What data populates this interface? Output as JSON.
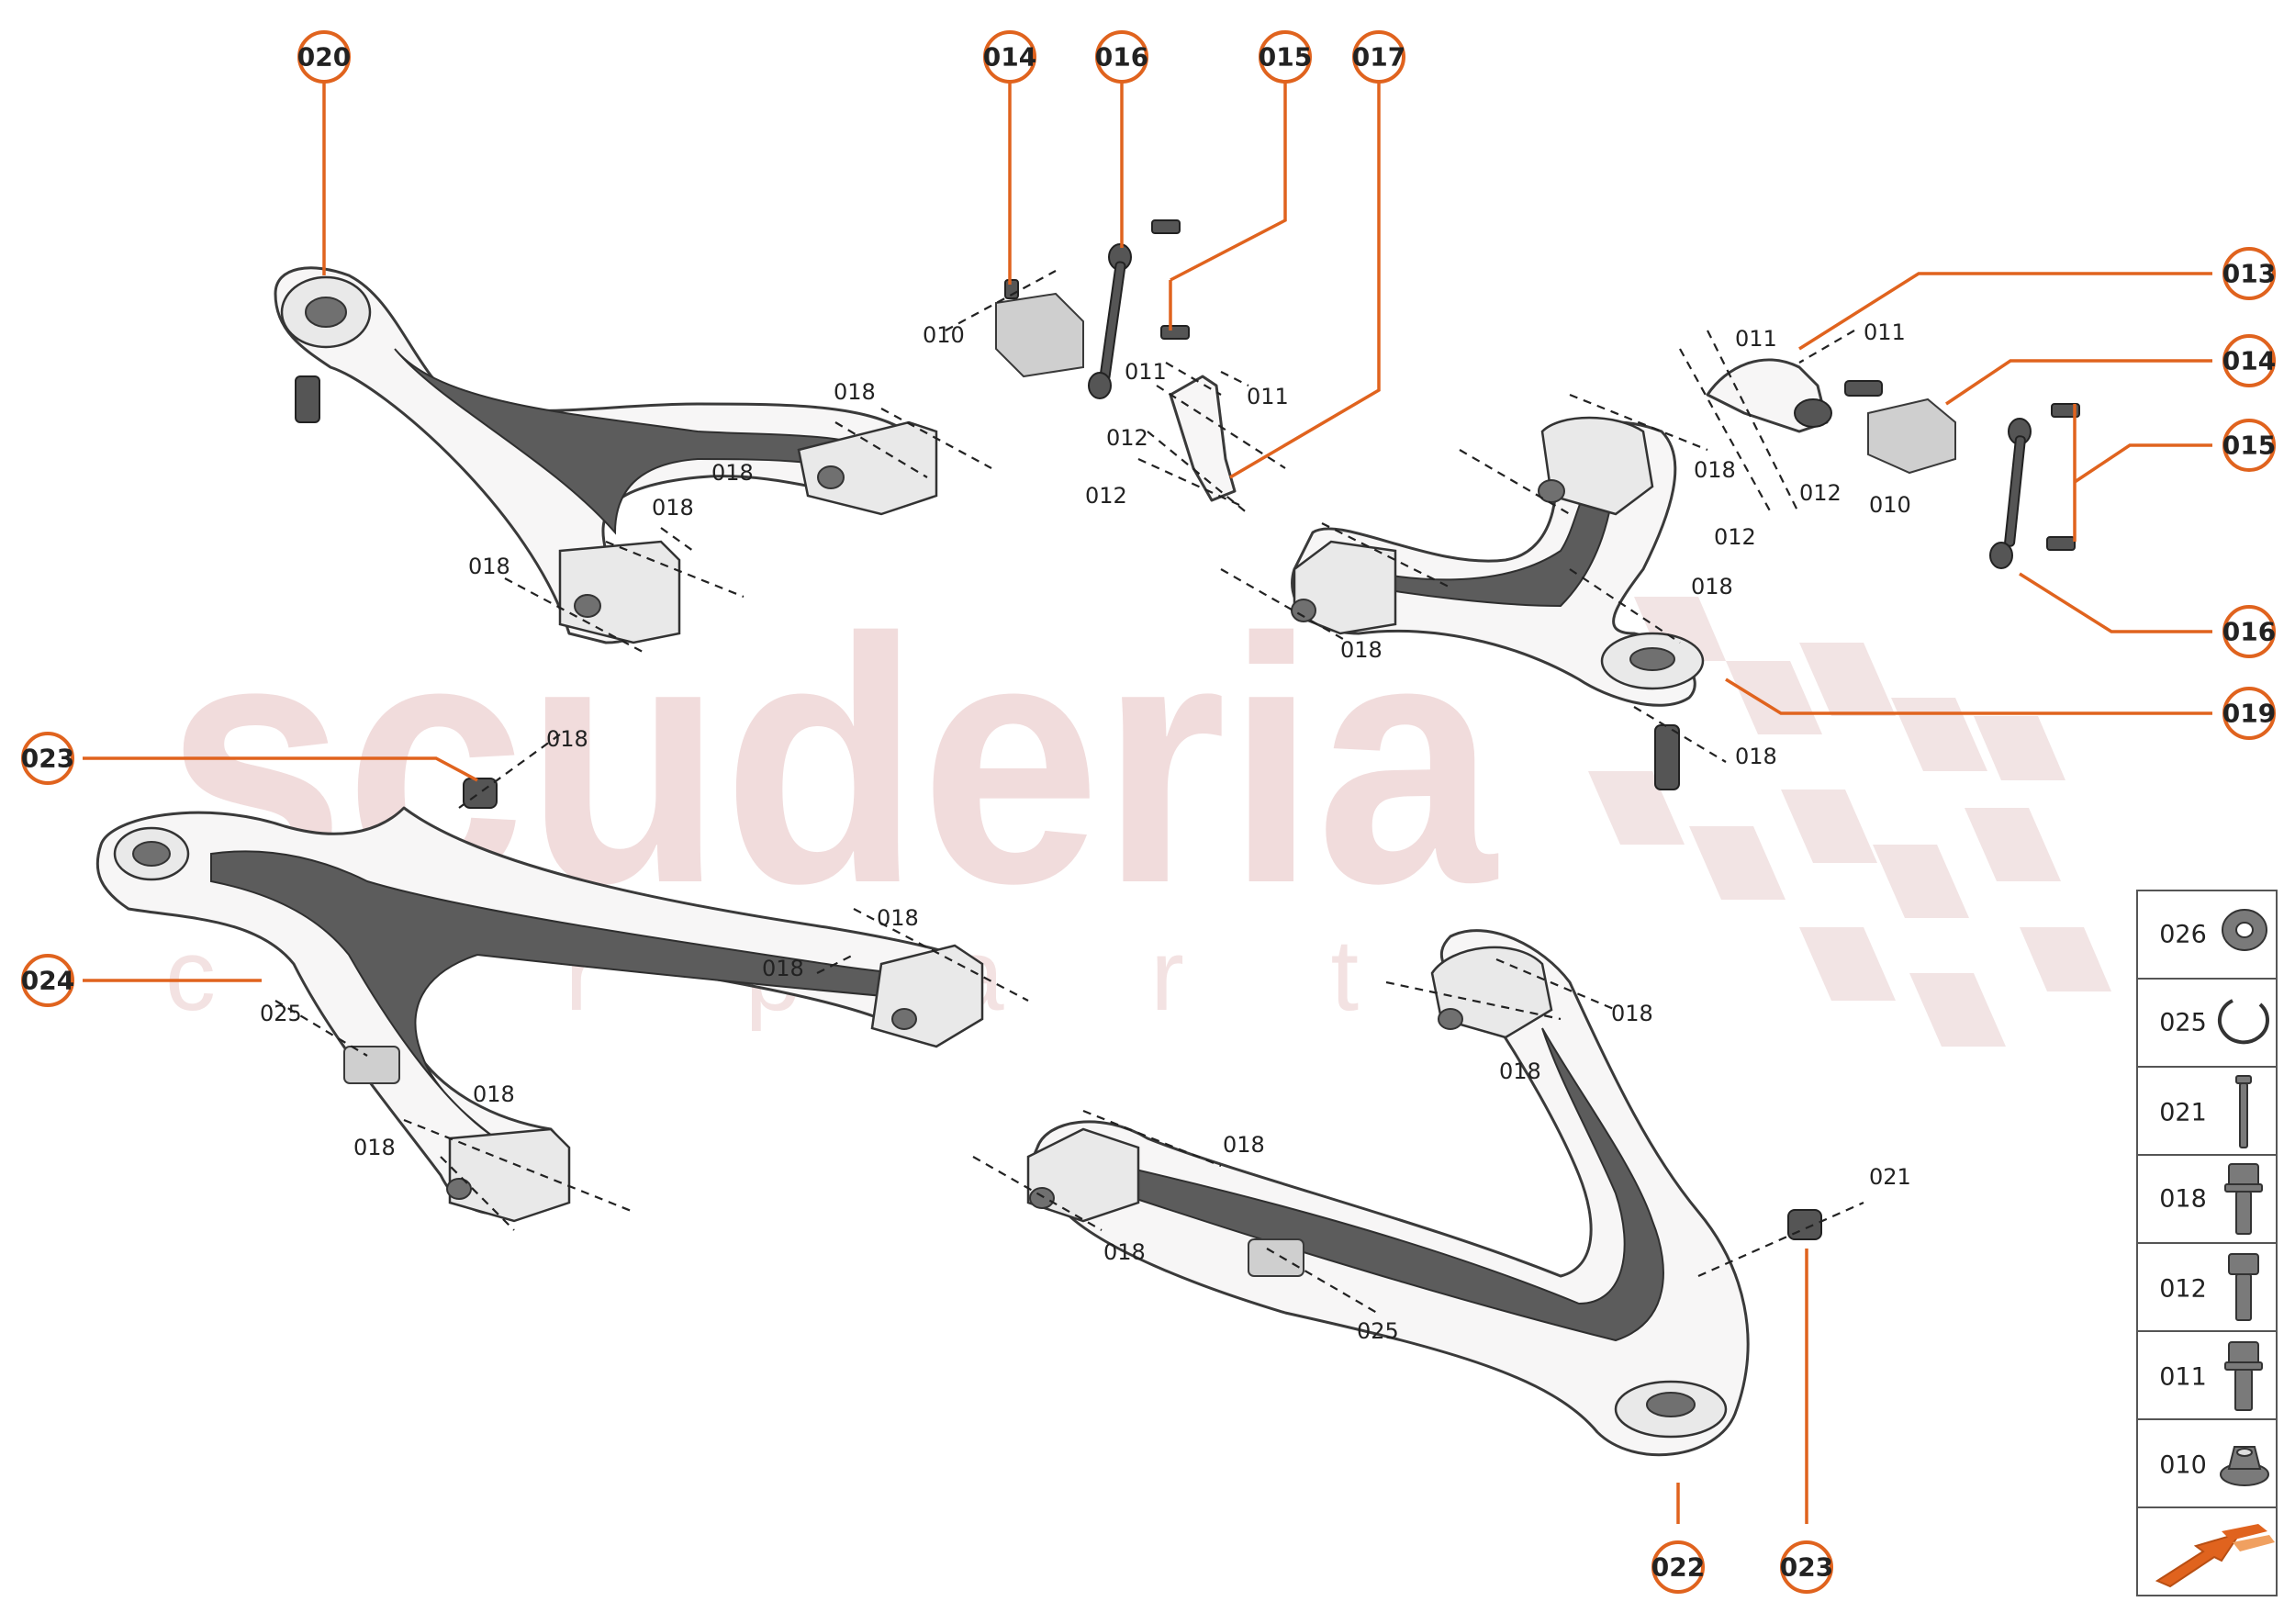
{
  "watermark": {
    "brand": "scuderia",
    "sub": "c a r p a r t"
  },
  "colors": {
    "accent": "#e0631e",
    "watermark": "#f1dcdc"
  },
  "callouts": [
    {
      "id": "c020",
      "label": "020"
    },
    {
      "id": "c014a",
      "label": "014"
    },
    {
      "id": "c016a",
      "label": "016"
    },
    {
      "id": "c015a",
      "label": "015"
    },
    {
      "id": "c017",
      "label": "017"
    },
    {
      "id": "c013",
      "label": "013"
    },
    {
      "id": "c014b",
      "label": "014"
    },
    {
      "id": "c015b",
      "label": "015"
    },
    {
      "id": "c016b",
      "label": "016"
    },
    {
      "id": "c019",
      "label": "019"
    },
    {
      "id": "c023a",
      "label": "023"
    },
    {
      "id": "c024",
      "label": "024"
    },
    {
      "id": "c022",
      "label": "022"
    },
    {
      "id": "c023b",
      "label": "023"
    }
  ],
  "part_labels": [
    "010",
    "011",
    "011",
    "012",
    "012",
    "018",
    "018",
    "018",
    "018",
    "011",
    "011",
    "012",
    "012",
    "018",
    "018",
    "018",
    "018",
    "010",
    "018",
    "018",
    "018",
    "018",
    "025",
    "018",
    "018",
    "018",
    "018",
    "025",
    "021"
  ],
  "legend": {
    "items": [
      {
        "code": "026",
        "icon": "washer-icon"
      },
      {
        "code": "025",
        "icon": "circlip-icon"
      },
      {
        "code": "021",
        "icon": "long-bolt-icon"
      },
      {
        "code": "018",
        "icon": "flange-bolt-icon"
      },
      {
        "code": "012",
        "icon": "hex-bolt-icon"
      },
      {
        "code": "011",
        "icon": "short-bolt-icon"
      },
      {
        "code": "010",
        "icon": "flange-nut-icon"
      }
    ],
    "direction_icon": "direction-arrow-icon"
  }
}
